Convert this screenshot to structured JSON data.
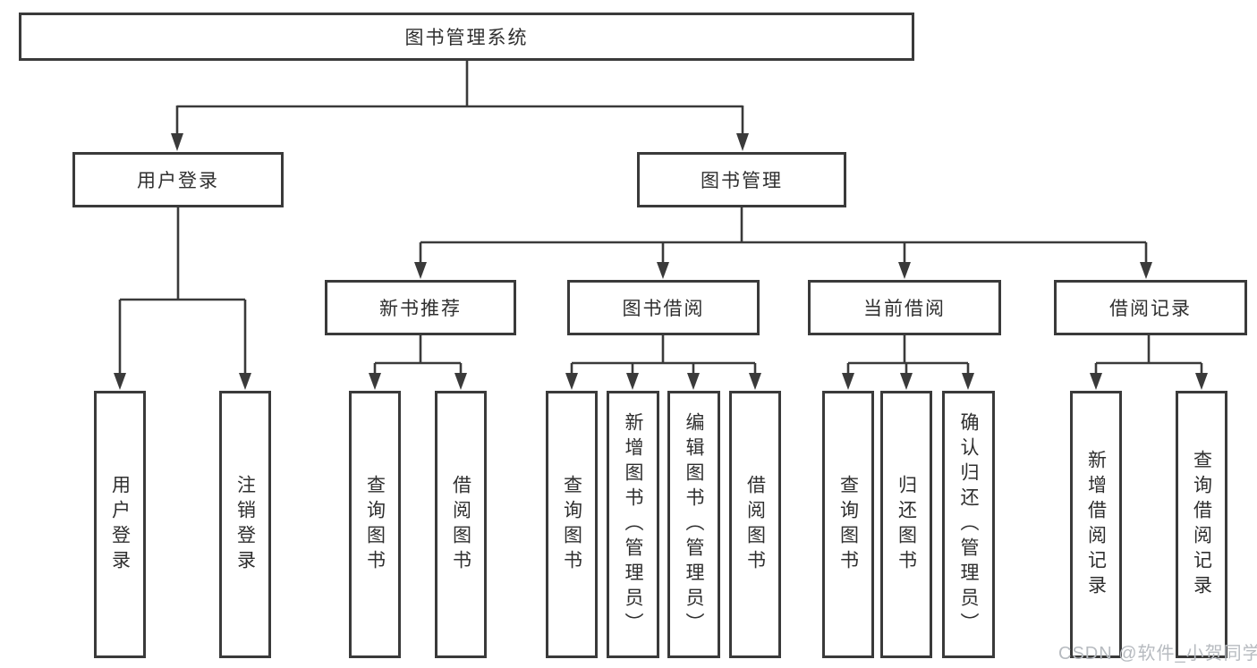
{
  "root": {
    "label": "图书管理系统"
  },
  "branches": {
    "user": {
      "label": "用户登录",
      "children": [
        "用户登录",
        "注销登录"
      ]
    },
    "books": {
      "label": "图书管理"
    }
  },
  "modules": [
    {
      "label": "新书推荐",
      "children": [
        "查询图书",
        "借阅图书"
      ]
    },
    {
      "label": "图书借阅",
      "children": [
        "查询图书",
        "新增图书（管理员）",
        "编辑图书（管理员）",
        "借阅图书"
      ]
    },
    {
      "label": "当前借阅",
      "children": [
        "查询图书",
        "归还图书",
        "确认归还（管理员）"
      ]
    },
    {
      "label": "借阅记录",
      "children": [
        "新增借阅记录",
        "查询借阅记录"
      ]
    }
  ],
  "watermark": "CSDN @软件_小贺同学",
  "colors": {
    "line": "#3a3a3a",
    "text": "#2f2f2f",
    "watermark": "#b7bbc0"
  }
}
